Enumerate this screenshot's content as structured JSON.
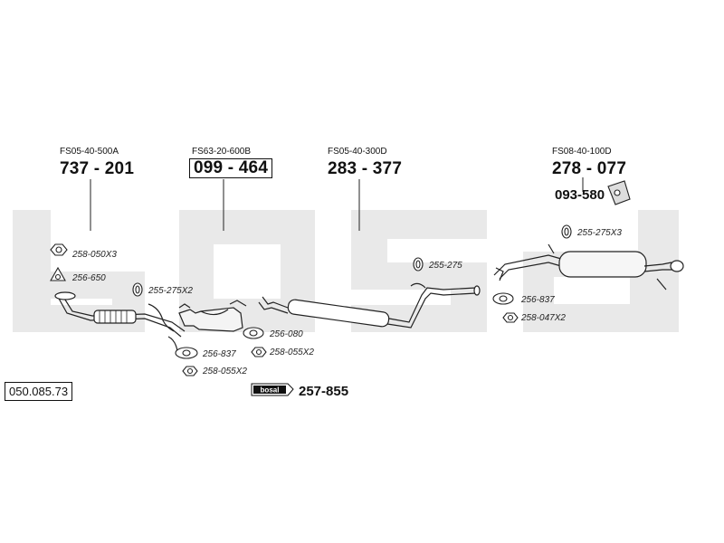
{
  "diagram": {
    "reference": "050.085.73",
    "brand_badge": "bosal",
    "kit_part": "257-855",
    "sections": [
      {
        "oem": "FS05-40-500A",
        "part": "737 - 201"
      },
      {
        "oem": "FS63-20-600B",
        "part": "099 - 464"
      },
      {
        "oem": "FS05-40-300D",
        "part": "283 - 377"
      },
      {
        "oem": "FS08-40-100D",
        "part": "278 - 077"
      }
    ],
    "mount_part": "093-580",
    "accessories": [
      "258-050X3",
      "256-650",
      "255-275X2",
      "256-837",
      "258-055X2",
      "256-080",
      "258-055X2",
      "255-275",
      "255-275X3",
      "256-837",
      "258-047X2"
    ]
  }
}
